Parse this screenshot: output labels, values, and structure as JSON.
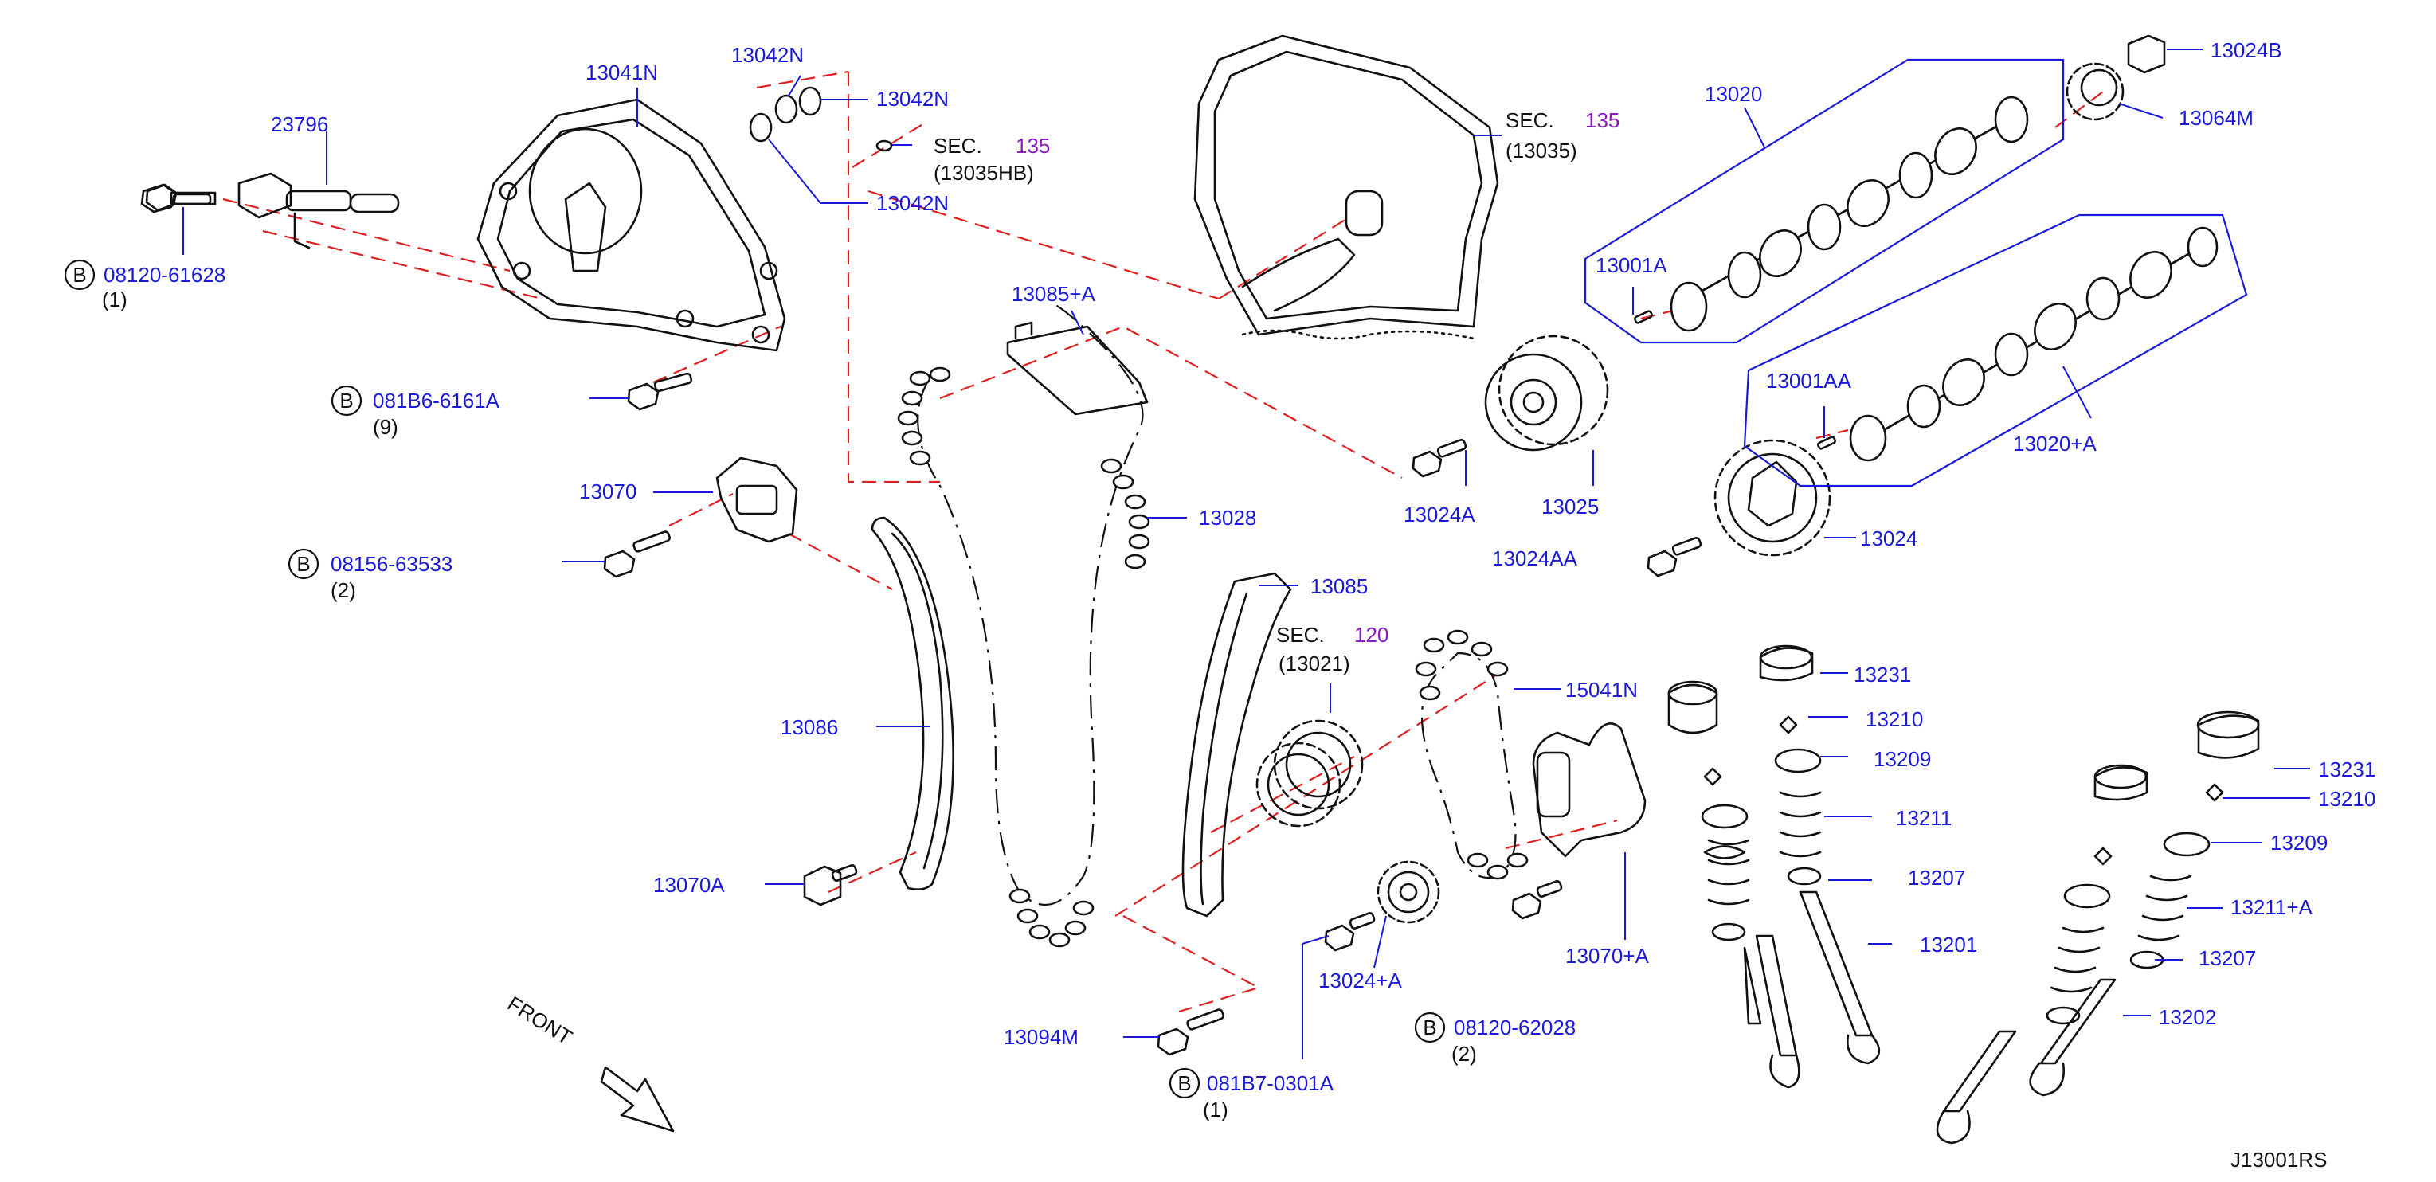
{
  "diagram_code": "J13001RS",
  "front_label": "FRONT",
  "colors": {
    "part_number": "#1a1ad8",
    "section_number": "#8a1ac4",
    "dashed_line": "#e02020",
    "linework": "#111111"
  },
  "parts": {
    "p23796": "23796",
    "p13041N": "13041N",
    "p13042N_a": "13042N",
    "p13042N_b": "13042N",
    "p13042N_c": "13042N",
    "bolt_08120_61628": "08120-61628",
    "bolt_08120_61628_qty": "(1)",
    "bolt_081B6_6161A": "081B6-6161A",
    "bolt_081B6_6161A_qty": "(9)",
    "p13070": "13070",
    "bolt_08156_63533": "08156-63533",
    "bolt_08156_63533_qty": "(2)",
    "p13085A": "13085+A",
    "p13028": "13028",
    "p13086": "13086",
    "p13070A": "13070A",
    "p13094M": "13094M",
    "bolt_081B7_0301A": "081B7-0301A",
    "bolt_081B7_0301A_qty": "(1)",
    "p13085": "13085",
    "p15041N": "15041N",
    "p13024A_lower": "13024+A",
    "bolt_08120_62028": "08120-62028",
    "bolt_08120_62028_qty": "(2)",
    "p13070A_plus": "13070+A",
    "p13024A": "13024A",
    "p13025": "13025",
    "p13024AA": "13024AA",
    "p13024": "13024",
    "p13020": "13020",
    "p13001A": "13001A",
    "p13001AA": "13001AA",
    "p13020A": "13020+A",
    "p13024B": "13024B",
    "p13064M": "13064M",
    "p13231_a": "13231",
    "p13210_a": "13210",
    "p13209_a": "13209",
    "p13211": "13211",
    "p13207_a": "13207",
    "p13201": "13201",
    "p13231_b": "13231",
    "p13210_b": "13210",
    "p13209_b": "13209",
    "p13211A": "13211+A",
    "p13207_b": "13207",
    "p13202": "13202",
    "bolt_prefix": "B"
  },
  "sections": {
    "sec_a_label": "SEC.",
    "sec_a_num": "135",
    "sec_a_ref": "(13035HB)",
    "sec_b_label": "SEC.",
    "sec_b_num": "135",
    "sec_b_ref": "(13035)",
    "sec_c_label": "SEC.",
    "sec_c_num": "120",
    "sec_c_ref": "(13021)"
  }
}
